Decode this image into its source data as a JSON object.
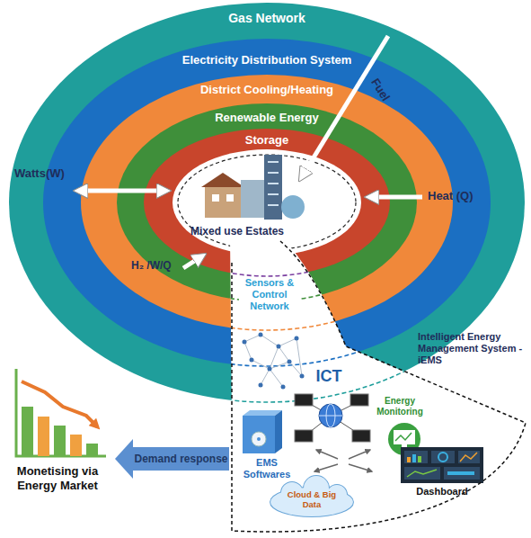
{
  "diagram": {
    "nodes": [
      {
        "text": [
          "Gas Network"
        ]
      },
      {
        "text": [
          "Electricity Distribution System"
        ],
        "in": 0
      },
      {
        "text": [
          "District Cooling/Heating"
        ],
        "in": 1
      },
      {
        "text": [
          "Renewable Energy"
        ],
        "in": 2
      },
      {
        "text": [
          "Storage"
        ],
        "in": 3
      },
      {
        "text": [
          "Mixed use Estates"
        ],
        "in": 4
      },
      {
        "text": [
          "Intelligent Energy Management System - iEMS"
        ]
      },
      {
        "text": [
          "Sensors & Control Network"
        ],
        "in": 6
      },
      {
        "text": [
          "ICT"
        ],
        "in": 6
      },
      {
        "text": [
          "Energy Monitoring"
        ],
        "in": 6
      },
      {
        "text": [
          "EMS Softwares"
        ],
        "in": 6
      },
      {
        "text": [
          "Cloud & Big Data"
        ],
        "in": 6
      },
      {
        "text": [
          "Dashboard"
        ],
        "in": 6
      },
      {
        "text": [
          "Monetising via Energy Market"
        ]
      }
    ],
    "edges": [
      {
        "from": 6,
        "to": 13,
        "label": "Demand response",
        "arrow": "to"
      }
    ],
    "labels": [
      "Fuel",
      "Watts(W)",
      "Heat (Q)",
      "H₂ /W/Q"
    ]
  }
}
